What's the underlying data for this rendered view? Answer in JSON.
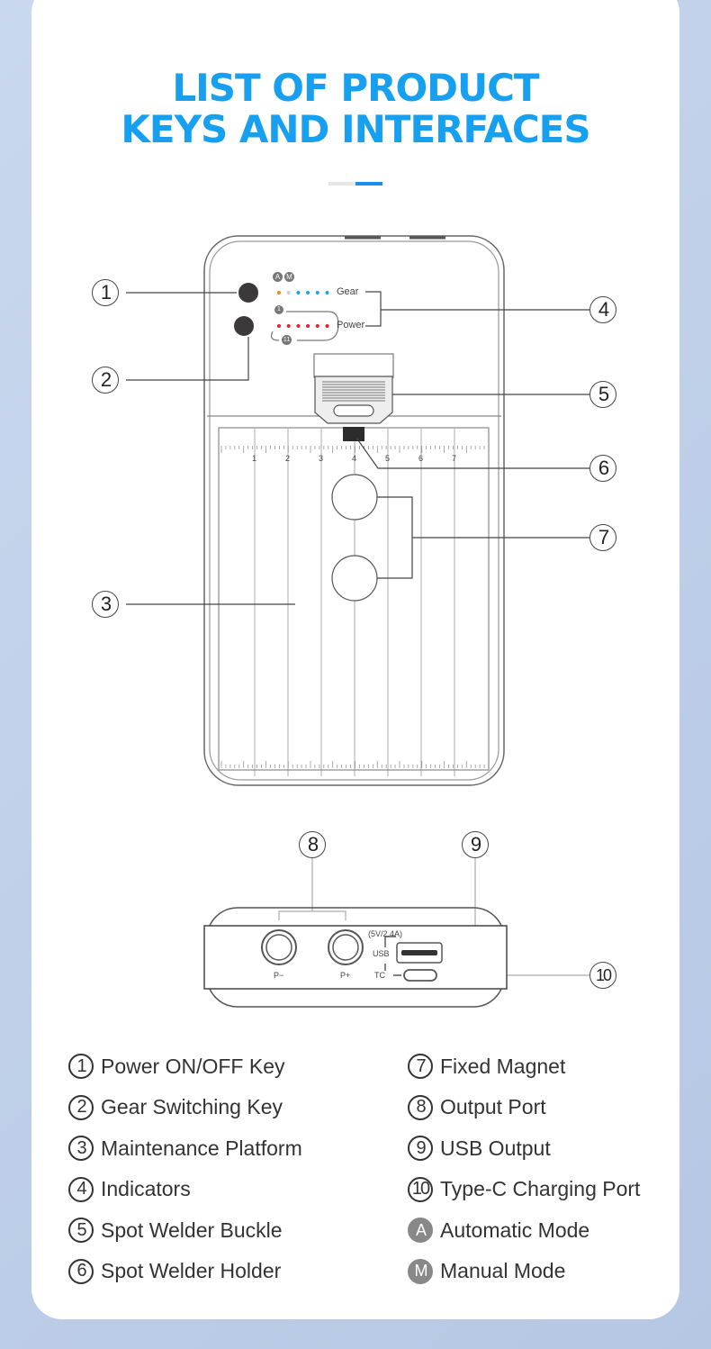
{
  "title": {
    "line1": "LIST OF PRODUCT",
    "line2": "KEYS AND INTERFACES"
  },
  "colors": {
    "title": "#17a0f0",
    "gear_dot_auto": "#f28a1c",
    "gear_dot": "#1ba3ec",
    "power_dot": "#e8202a"
  },
  "callouts": [
    "1",
    "2",
    "3",
    "4",
    "5",
    "6",
    "7",
    "8",
    "9",
    "10"
  ],
  "indicators": {
    "gear_label": "Gear",
    "power_label": "Power",
    "mode_a": "A",
    "mode_m": "M",
    "power_start": "1",
    "power_end": "11"
  },
  "ruler_ticks": [
    "1",
    "2",
    "3",
    "4",
    "5",
    "6",
    "7"
  ],
  "ports": {
    "p_minus": "P−",
    "p_plus": "P+",
    "usb": "USB",
    "usb_rating": "(5V/2.4A)",
    "tc": "TC"
  },
  "legend": {
    "left": [
      {
        "num": "1",
        "label": "Power ON/OFF Key"
      },
      {
        "num": "2",
        "label": "Gear Switching Key"
      },
      {
        "num": "3",
        "label": "Maintenance Platform"
      },
      {
        "num": "4",
        "label": "Indicators"
      },
      {
        "num": "5",
        "label": "Spot Welder Buckle"
      },
      {
        "num": "6",
        "label": "Spot Welder Holder"
      }
    ],
    "right": [
      {
        "num": "7",
        "label": "Fixed Magnet"
      },
      {
        "num": "8",
        "label": "Output Port"
      },
      {
        "num": "9",
        "label": "USB Output"
      },
      {
        "num": "10",
        "label": "Type-C Charging Port"
      },
      {
        "num": "A",
        "label": "Automatic Mode"
      },
      {
        "num": "M",
        "label": "Manual Mode"
      }
    ]
  }
}
